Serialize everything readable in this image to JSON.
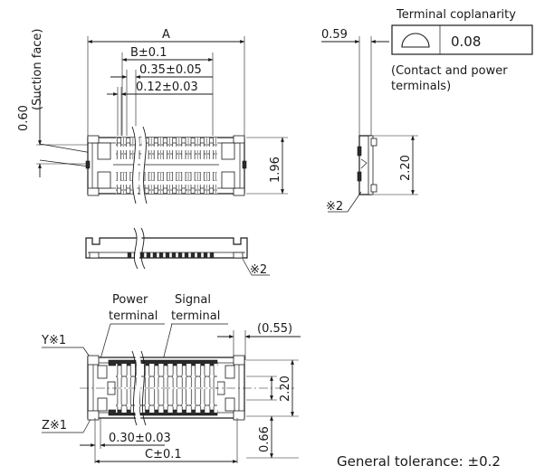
{
  "top_view": {
    "dim_a": "A",
    "dim_b": "B±0.1",
    "dim_035": "0.35±0.05",
    "dim_012": "0.12±0.03",
    "dim_060": "0.60",
    "suction_face": "(Suction face)",
    "dim_196": "1.96"
  },
  "side_view": {
    "dim_059": "0.59",
    "coplanarity_title": "Terminal coplanarity",
    "coplanarity_value": "0.08",
    "coplanarity_note_1": "(Contact and power",
    "coplanarity_note_2": "terminals)",
    "dim_220": "2.20",
    "note_mark": "※2"
  },
  "front_view": {
    "note_mark": "※2"
  },
  "bottom_view": {
    "power_terminal_1": "Power",
    "power_terminal_2": "terminal",
    "signal_terminal_1": "Signal",
    "signal_terminal_2": "terminal",
    "dim_055": "(0.55)",
    "y_mark": "Y※1",
    "z_mark": "Z※1",
    "dim_220": "2.20",
    "dim_066": "0.66",
    "dim_030": "0.30±0.03",
    "dim_c": "C±0.1"
  },
  "general_tolerance": "General tolerance: ±0.2"
}
